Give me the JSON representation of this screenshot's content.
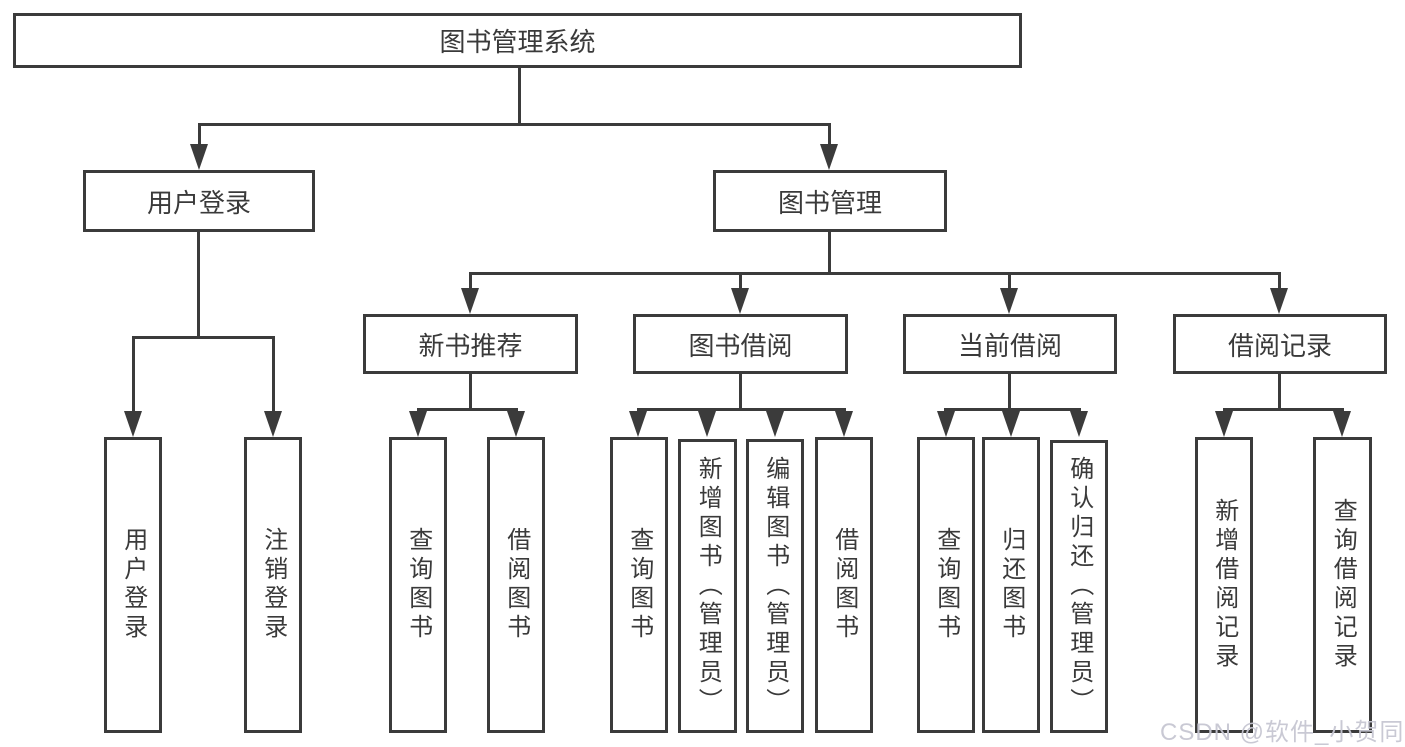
{
  "diagram_title": "图书管理系统",
  "nodes": {
    "root": "图书管理系统",
    "user_login": "用户登录",
    "book_management": "图书管理",
    "new_book_recommend": "新书推荐",
    "book_borrowing": "图书借阅",
    "current_borrowing": "当前借阅",
    "borrowing_records": "借阅记录",
    "user_login_leaf": "用户登录",
    "logout_leaf": "注销登录",
    "recommend_query_books": "查询图书",
    "recommend_borrow_books": "借阅图书",
    "borrowing_query_books": "查询图书",
    "borrowing_add_books_admin": "新增图书（管理员）",
    "borrowing_edit_books_admin": "编辑图书（管理员）",
    "borrowing_borrow_books": "借阅图书",
    "current_query_books": "查询图书",
    "current_return_books": "归还图书",
    "current_confirm_return_admin": "确认归还（管理员）",
    "records_add_record": "新增借阅记录",
    "records_query_record": "查询借阅记录"
  },
  "watermark": "CSDN @软件_小贺同学",
  "colors": {
    "line": "#3b3b3b",
    "box_border": "#3b3b3b",
    "text": "#3a3a3a",
    "watermark": "#c6c6d2",
    "background": "#ffffff"
  }
}
